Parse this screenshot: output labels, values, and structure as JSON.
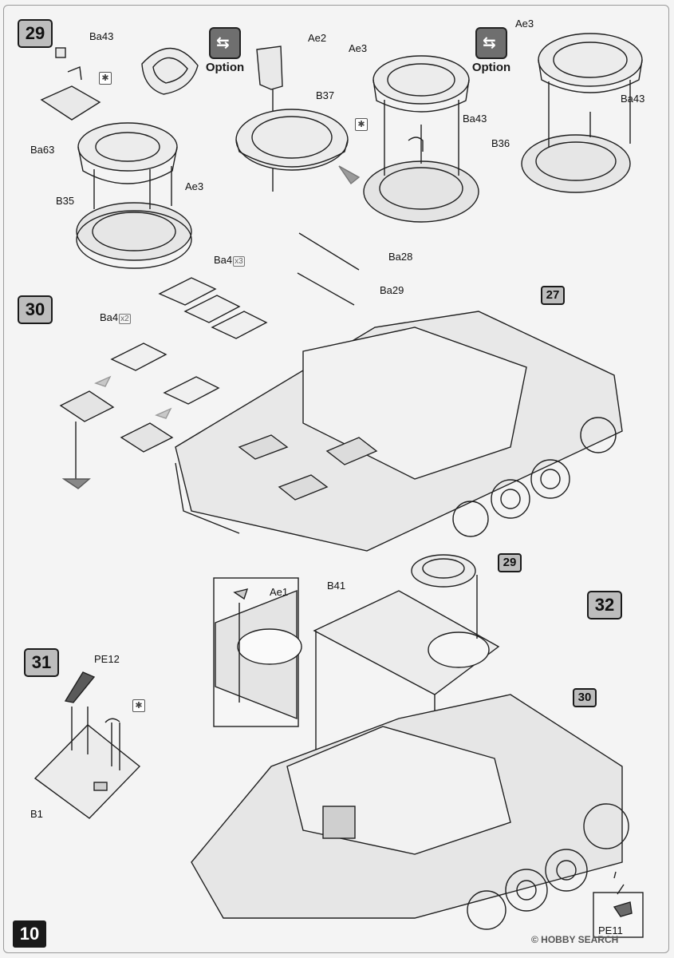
{
  "page": {
    "number": "10",
    "watermark": "© HOBBY SEARCH"
  },
  "option_label": "Option",
  "steps": [
    {
      "id": "step-29",
      "label": "29"
    },
    {
      "id": "step-30",
      "label": "30"
    },
    {
      "id": "step-31",
      "label": "31"
    },
    {
      "id": "step-32",
      "label": "32"
    }
  ],
  "refs": {
    "ref27": "27",
    "ref29": "29",
    "ref30": "30"
  },
  "parts": {
    "ba43_a": "Ba43",
    "ba63": "Ba63",
    "ae3_a": "Ae3",
    "b35": "B35",
    "ae2": "Ae2",
    "b37": "B37",
    "ae3_b": "Ae3",
    "ba43_b": "Ba43",
    "ae3_c": "Ae3",
    "ba43_c": "Ba43",
    "b36": "B36",
    "ba4_a": "Ba4",
    "ba4_a_mult": "x3",
    "ba4_b": "Ba4",
    "ba4_b_mult": "x2",
    "ba28": "Ba28",
    "ba29": "Ba29",
    "ae1": "Ae1",
    "b41": "B41",
    "pe12": "PE12",
    "b1": "B1",
    "pe11": "PE11"
  }
}
